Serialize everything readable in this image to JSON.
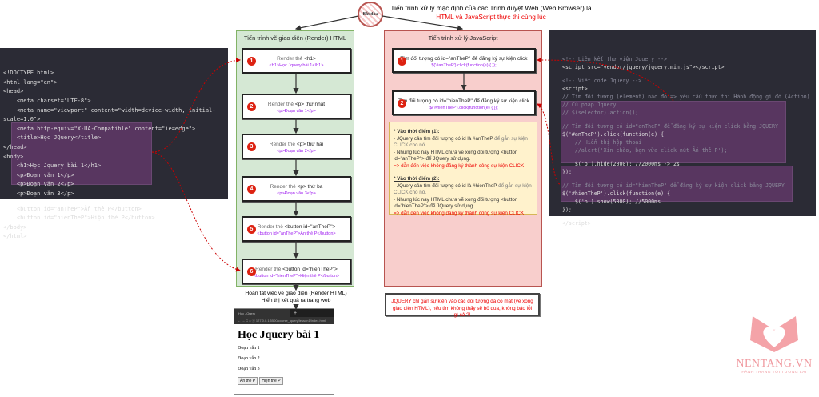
{
  "start": {
    "label": "Bắt đầu"
  },
  "title": {
    "line1": "Tiến trình xử lý mặc định của các Trình duyệt Web (Web Browser) là",
    "line2": "HTML và JavaScript thực thi cùng lúc"
  },
  "html_code": {
    "lines": [
      "<!DOCTYPE html>",
      "<html lang=\"en\">",
      "<head>",
      "    <meta charset=\"UTF-8\">",
      "    <meta name=\"viewport\" content=\"width=device-width, initial-",
      "scale=1.0\">",
      "    <meta http-equiv=\"X-UA-Compatible\" content=\"ie=edge\">",
      "    <title>Học JQuery</title>",
      "</head>",
      "<body>",
      "    <h1>Học Jquery bài 1</h1>",
      "    <p>Đoạn văn 1</p>",
      "    <p>Đoạn văn 2</p>",
      "    <p>Đoạn văn 3</p>",
      "",
      "    <button id=\"anTheP\">Ẩn thẻ P</button>",
      "    <button id=\"hienTheP\">Hiện thẻ P</button>",
      "</body>",
      "</html>"
    ]
  },
  "render_panel": {
    "title": "Tiến trình vẽ giao diện (Render) HTML",
    "steps": [
      {
        "num": "1",
        "pre": "Render thẻ ",
        "tag": "<h1>",
        "post": "",
        "code": "<h1>Học Jquery bài 1</h1>"
      },
      {
        "num": "2",
        "pre": "Render thẻ ",
        "tag": "<p> thứ nhất",
        "post": "",
        "code": "<p>Đoạn văn 1</p>"
      },
      {
        "num": "3",
        "pre": "Render thẻ ",
        "tag": "<p> thứ hai",
        "post": "",
        "code": "<p>Đoạn văn 2</p>"
      },
      {
        "num": "4",
        "pre": "Render thẻ ",
        "tag": "<p> thứ ba",
        "post": "",
        "code": "<p>Đoạn văn 3</p>"
      },
      {
        "num": "5",
        "pre": "Render thẻ ",
        "tag": "<button id=\"anTheP\">",
        "post": "",
        "code": "<button id=\"anTheP\">Ẩn thẻ P</button>"
      },
      {
        "num": "6",
        "pre": "Render thẻ ",
        "tag": "<button id=\"hienTheP\">",
        "post": "",
        "code": "<button id=\"hienTheP\">Hiện thẻ P</button>"
      }
    ],
    "done_line1": "Hoàn tất việc vẽ giao diện (Render HTML)",
    "done_line2": "Hiển thị kết quả ra trang web"
  },
  "browser": {
    "tab": "Học JQuery",
    "url": "127.0.0.1:5500/course_jquery/lesson1/index.html",
    "h1": "Học Jquery bài 1",
    "paragraphs": [
      "Đoạn văn 1",
      "Đoạn văn 2",
      "Đoạn văn 3"
    ],
    "buttons": [
      "Ẩn thẻ P",
      "Hiện thẻ P"
    ]
  },
  "js_panel": {
    "title": "Tiến trình xử lý JavaScript",
    "steps": [
      {
        "num": "1",
        "text": "Tìm đối tượng có id=\"anTheP\" để đăng ký sự kiện click",
        "code": "$('#anTheP').click(function(e) {   });"
      },
      {
        "num": "2",
        "text": "Tìm đối tượng có id=\"hienTheP\" để đăng ký sự kiện click",
        "code": "$('#hienTheP').click(function(e) {   });"
      }
    ],
    "note": {
      "t1": "* Vào thời điểm (1):",
      "a1": "- JQuery cần tìm đối tượng có id là #anTheP",
      "a1b": " để gắn sự kiện CLICK cho nó.",
      "b1": "- Nhưng lúc này HTML chưa vẽ xong đối tượng <button id=\"anTheP\"> để JQuery sử dụng.",
      "c1": "=> dẫn đến việc không đăng ký thành công sự kiện CLICK",
      "t2": "* Vào thời điểm (2):",
      "a2": "- JQuery cần tìm đối tượng có id là #hienTheP",
      "a2b": " để gắn sự kiện CLICK cho nó.",
      "b2": "- Nhưng lúc này HTML chưa vẽ xong đối tượng <button id=\"hienTheP\"> để JQuery sử dụng.",
      "c2": "=> dẫn đến việc không đăng ký thành công sự kiện CLICK"
    },
    "warning": "JQUERY chỉ gắn sự kiện vào các đối tượng đã có mặt (vẽ xong giao diện HTML), nếu tìm không thấy sẽ bỏ qua, không báo lỗi gì cả ?!"
  },
  "js_code": {
    "lines": [
      "<!-- Liên kết thư viện Jquery -->",
      "<script src=\"vendor/jquery/jquery.min.js\"></script>",
      "",
      "<!-- Viết code Jquery -->",
      "<script>",
      "// Tìm đối tượng (element) nào đó => yêu cầu thực thi Hành động gì đó (Action)",
      "// Cú pháp Jquery",
      "// $(selector).action();",
      "",
      "// Tìm đối tượng có id=\"anTheP\" để đăng ký sự kiện click bằng JQUERY",
      "$('#anTheP').click(function(e) {",
      "    // Hiển thị hộp thoại",
      "    //alert('Xin chào, bạn vừa click nút Ẩn thẻ P');",
      "",
      "    $('p').hide(2000); //2000ms -> 2s",
      "});",
      "",
      "// Tìm đối tượng có id=\"hienTheP\" để đăng ký sự kiện click bằng JQUERY",
      "$('#hienTheP').click(function(e) {",
      "    $('p').show(5000); //5000ms",
      "});",
      "",
      "</script>"
    ]
  },
  "logo": {
    "name": "NENTANG.VN",
    "tagline": "HÀNH TRANG TỚI TƯƠNG LAI"
  },
  "colors": {
    "green_panel": "#d5e8d4",
    "red_panel": "#f8cecc",
    "note": "#fff2cc",
    "accent_red": "#e00000",
    "code_bg": "#2b2b35",
    "highlight": "#583660"
  }
}
